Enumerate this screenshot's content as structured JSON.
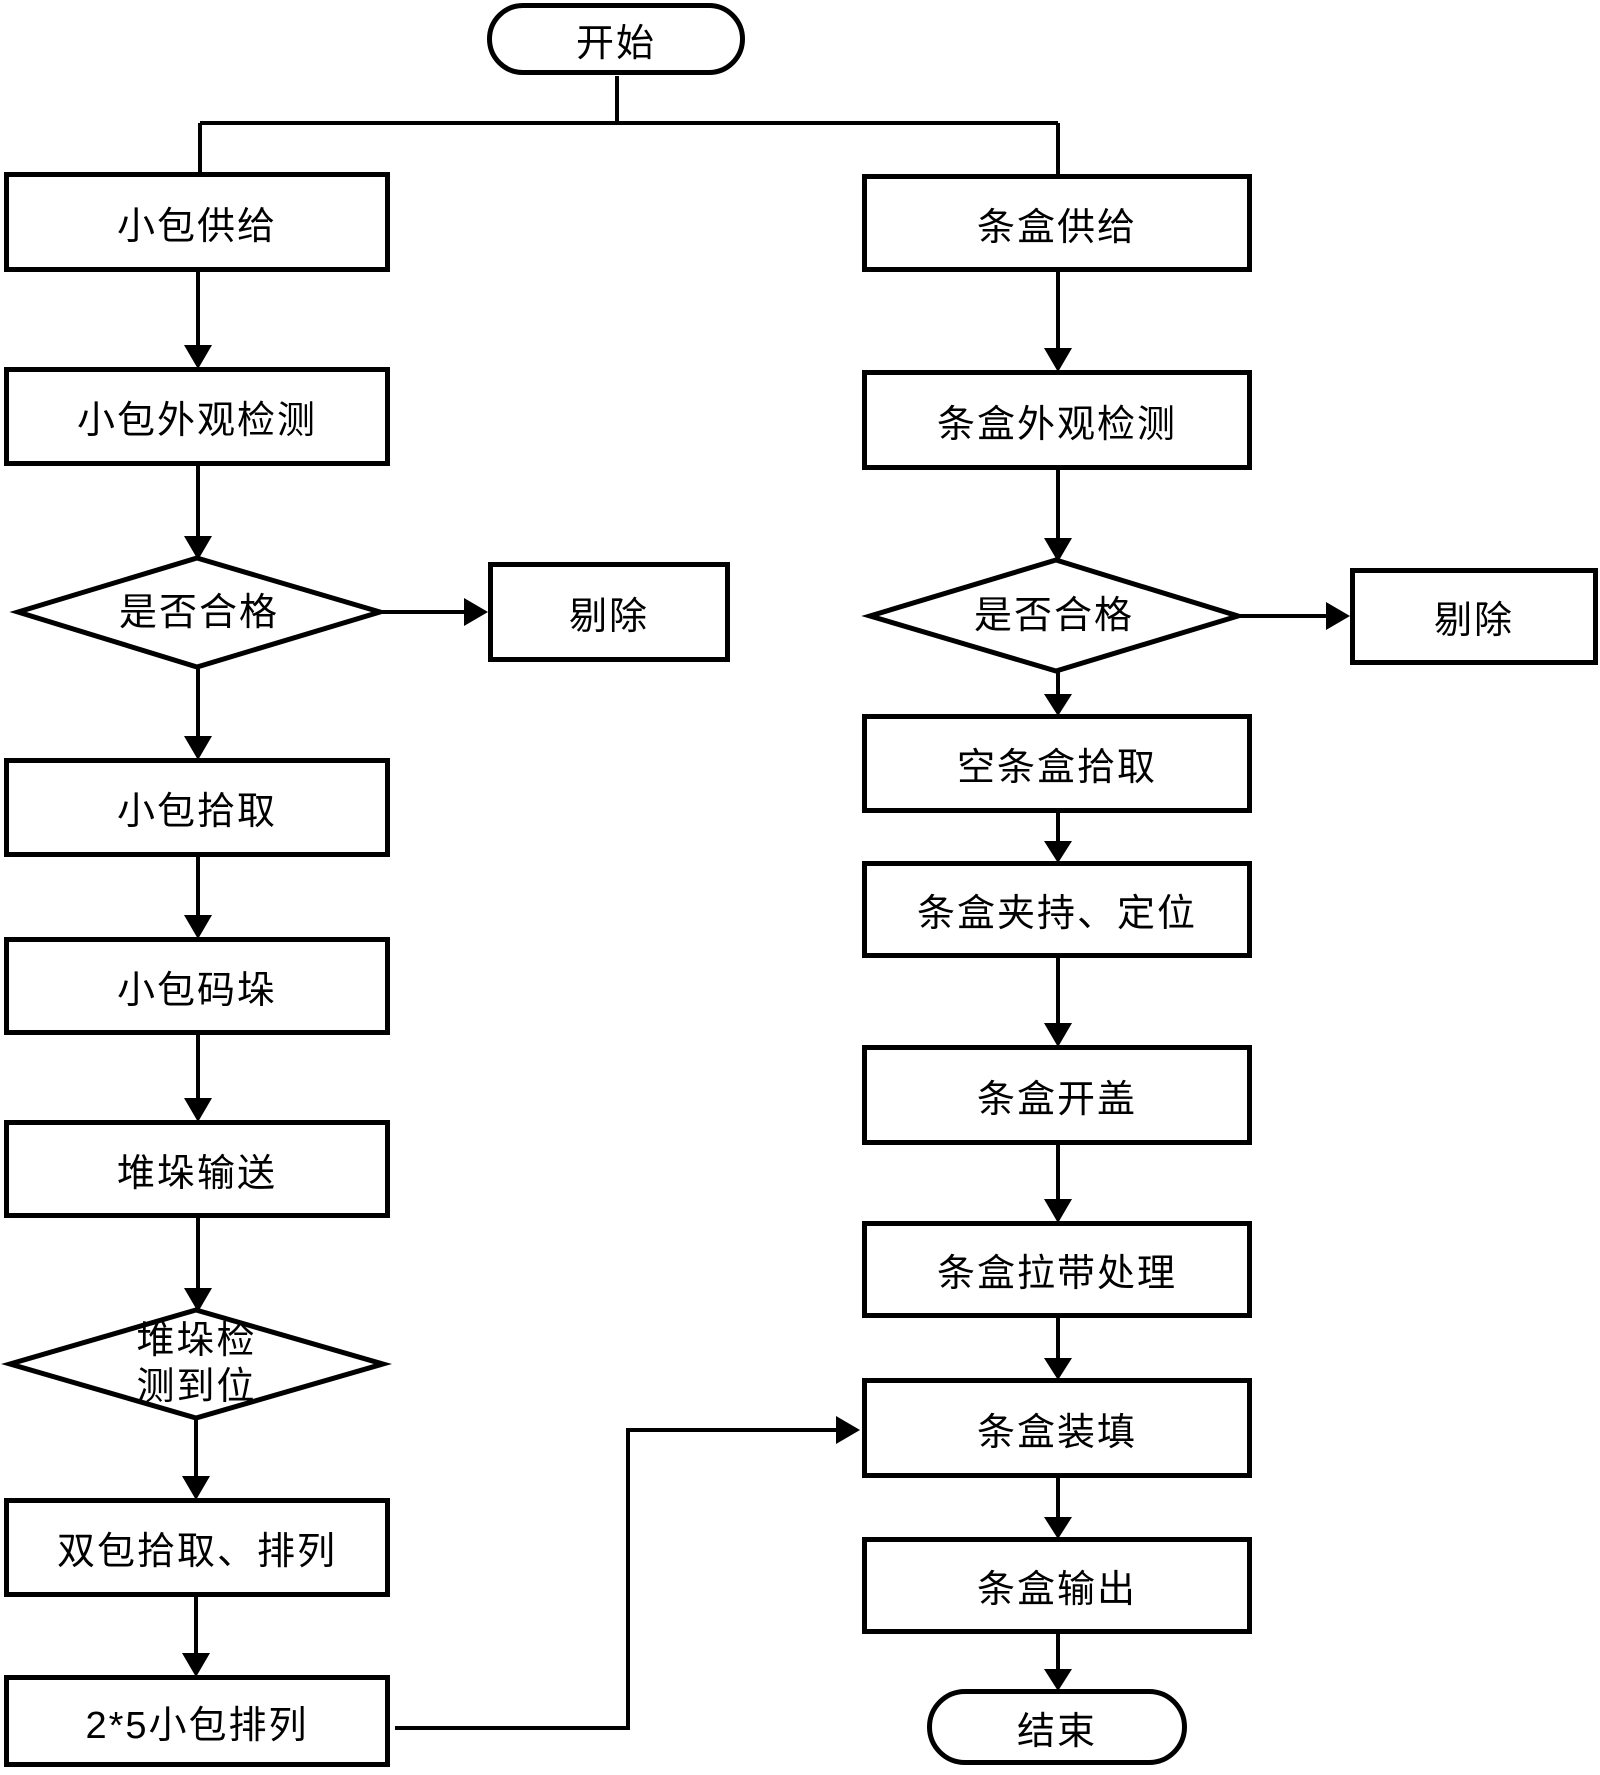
{
  "flow": {
    "start": "开始",
    "end": "结束",
    "left": {
      "supply": "小包供给",
      "inspect": "小包外观检测",
      "check": "是否合格",
      "reject": "剔除",
      "pick": "小包拾取",
      "palletize": "小包码垛",
      "convey": "堆垛输送",
      "stack_check_line1": "堆垛检",
      "stack_check_line2": "测到位",
      "double_pick": "双包拾取、排列",
      "arrange": "2*5小包排列"
    },
    "right": {
      "supply": "条盒供给",
      "inspect": "条盒外观检测",
      "check": "是否合格",
      "reject": "剔除",
      "empty_pick": "空条盒拾取",
      "clamp": "条盒夹持、定位",
      "open_lid": "条盒开盖",
      "tape": "条盒拉带处理",
      "fill": "条盒装填",
      "output": "条盒输出"
    },
    "colors": {
      "stroke": "#000000",
      "background": "#ffffff"
    }
  }
}
